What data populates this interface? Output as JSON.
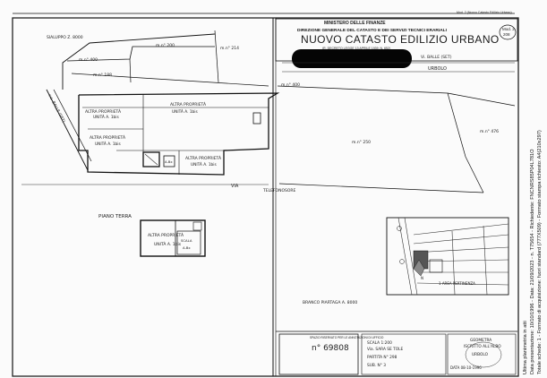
{
  "header": {
    "ministry": "MINISTERO DELLE FINANZE",
    "directorate": "DIREZIONE GENERALE DEL CATASTO E DEI SERVIZI TECNICI ERARIALI",
    "title": "NUOVO CATASTO EDILIZIO URBANO",
    "form_badge": "Mod. 2\n208",
    "top_right_note": "Mod. 2 (Nuovo Catasto Edilizio Urbano)",
    "small_line": "(R. DECRETO LEGGE 13 APRILE 1939, N. 652)",
    "road": "Vi. BALLE (SET)",
    "comune": "URBOLO"
  },
  "plan": {
    "labels": {
      "strada_top": "SIALUPPO Z. 8000",
      "map_top_center": "m.n° 200",
      "map_top_mid": "m.n° 214",
      "map_top_left": "m.n° 400",
      "map_left": "m.n° 188",
      "left_side_road": "v.o. BALLE (SET)",
      "prop_a_title": "ALTRA PROPRIETÀ",
      "prop_a_sub": "UNITÀ A. 1bis",
      "prop_b_title": "ALTRA PROPRIETÀ",
      "prop_b_sub": "UNITÀ A. 1bis",
      "prop_c_title": "ALTRA PROPRIETÀ",
      "prop_c_sub": "UNITÀ A. 1bis",
      "prop_d_title": "ALTRA PROPRIETÀ",
      "prop_d_sub": "UNITÀ A. 1bis",
      "small_unit": "A.Bx",
      "mid_road": "VIA",
      "ground_floor": "PIANO TERRA",
      "unit_title": "ALTRA PROPRIETÀ",
      "unit_sub": "UNITÀ A. 1bis",
      "stair": "SCALA\nA.Bx",
      "right_map_top": "m.n° 400",
      "right_map_center": "m.n° 250",
      "right_map_side": "m.n° 476",
      "right_map_bottom_road": "TELEFONOSORE",
      "detail_road": "BRANCO PIARTAGA A. 8000",
      "lotto_label": "1 AREA PERTINENZA",
      "north": "N"
    }
  },
  "footer": {
    "stamp": "SPAZIO RISERVATO PER LE ANNOTAZIONI DI UFFICIO",
    "protocol": "n° 69808",
    "details_1": "SCALA 1:200",
    "details_2": "Via. SARA SE TOLE",
    "details_3": "PARTITA N° 298",
    "details_4": "SUB. N° 3",
    "surveyor_title": "GEOMETRA",
    "surveyor_name": "ISCRITTO ALL'ALBO",
    "surveyor_place": "URBOLO",
    "date": "DATA 08-10-1996"
  },
  "margin_text": {
    "line1": "Ultima planimetria in atti",
    "line2": "Data presentazione: 10/10/1996 - Data: 21/09/2023 - n. T75654 - Richiedente: FNCNRS85P04L781O",
    "line3": "Totale schede: 1 - Formato di acquisizione: fuori standard (777X509) - Formato stampa richiesto: A4(210x297)"
  }
}
